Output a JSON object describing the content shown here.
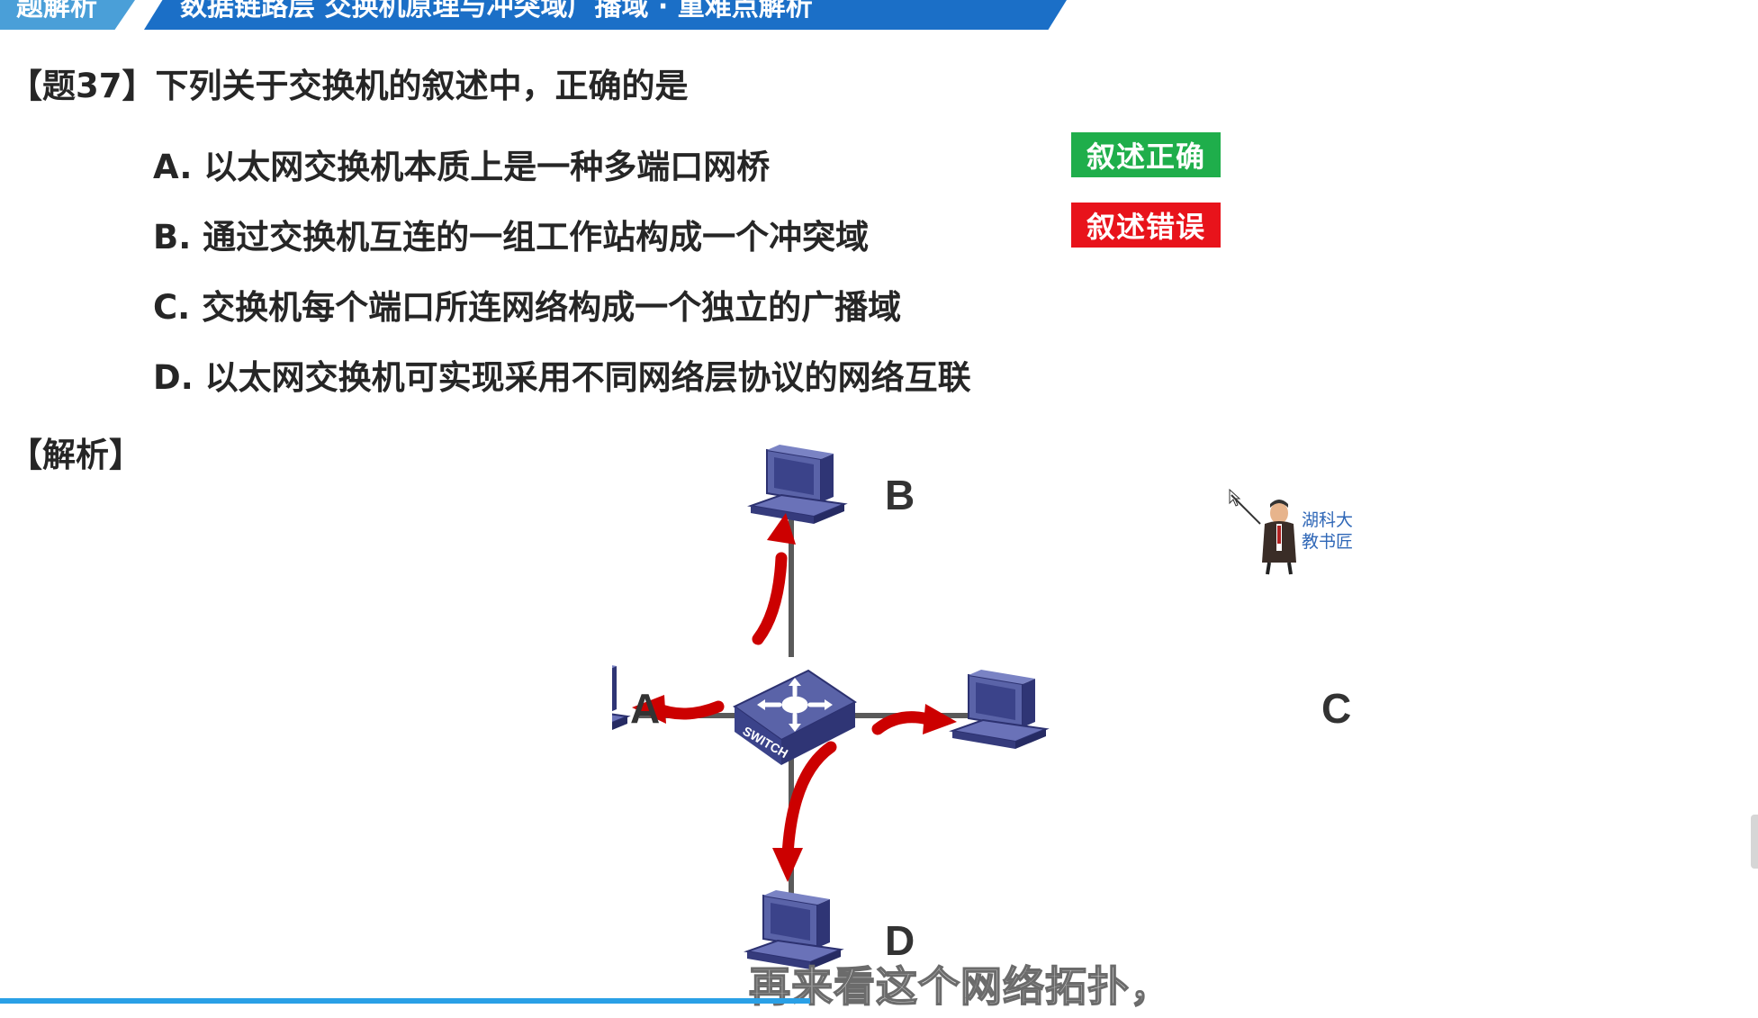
{
  "header": {
    "tab_a_text": "题解析",
    "tab_b_text": "数据链路层 交换机原理与冲突域广播域 · 重难点解析"
  },
  "question": {
    "title": "【题37】下列关于交换机的叙述中，正确的是",
    "options": [
      "A. 以太网交换机本质上是一种多端口网桥",
      "B. 通过交换机互连的一组工作站构成一个冲突域",
      "C. 交换机每个端口所连网络构成一个独立的广播域",
      "D. 以太网交换机可实现采用不同网络层协议的网络互联"
    ],
    "badge_correct": "叙述正确",
    "badge_wrong": "叙述错误"
  },
  "analysis": {
    "label": "【解析】"
  },
  "diagram": {
    "nodes": [
      "A",
      "B",
      "C",
      "D"
    ],
    "switch_label": "SWITCH"
  },
  "mascot": {
    "line1": "湖科大",
    "line2": "教书匠"
  },
  "subtitle": "再来看这个网络拓扑，",
  "colors": {
    "arrow": "#cc0000",
    "correct": "#1fae4b",
    "wrong": "#e8131b",
    "header_dark": "#1b6fc7",
    "header_light": "#4a9fd8"
  }
}
